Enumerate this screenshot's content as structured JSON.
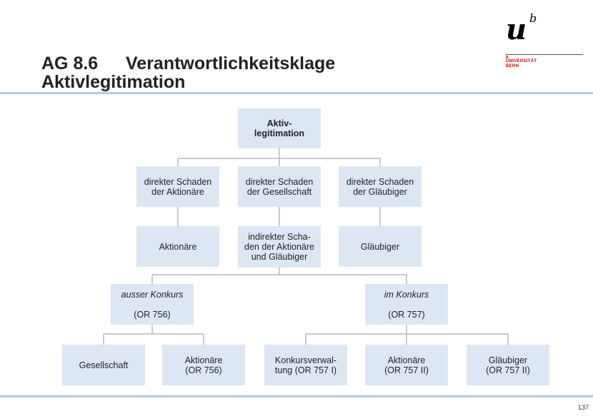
{
  "header": {
    "title_number": "AG 8.6",
    "title_main": "Verantwortlichkeitsklage",
    "title_sub": "Aktivlegitimation"
  },
  "logo": {
    "letter": "u",
    "superscript": "b",
    "small_b": "b",
    "line1": "UNIVERSITÄT",
    "line2": "BERN"
  },
  "diagram": {
    "root": "Aktiv-\nlegitimation",
    "damage_shareholders": "direkter Schaden\nder Aktionäre",
    "damage_company": "direkter Schaden\nder Gesellschaft",
    "damage_creditors": "direkter Schaden\nder Gläubiger",
    "shareholders": "Aktionäre",
    "indirect_damage": "indirekter Scha-\nden der Aktionäre\nund Gläubiger",
    "creditors": "Gläubiger",
    "outside_bankruptcy": "ausser Konkurs",
    "outside_bankruptcy_ref": "(OR 756)",
    "in_bankruptcy": "im Konkurs",
    "in_bankruptcy_ref": "(OR 757)",
    "leaf_company": "Gesellschaft",
    "leaf_shareholders": "Aktionäre\n(OR 756)",
    "leaf_administration": "Konkursverwal-\ntung (OR 757 I)",
    "leaf_shareholders_757": "Aktionäre\n(OR 757 II)",
    "leaf_creditors_757": "Gläubiger\n(OR 757 II)"
  },
  "footer": {
    "page_number": "137"
  }
}
